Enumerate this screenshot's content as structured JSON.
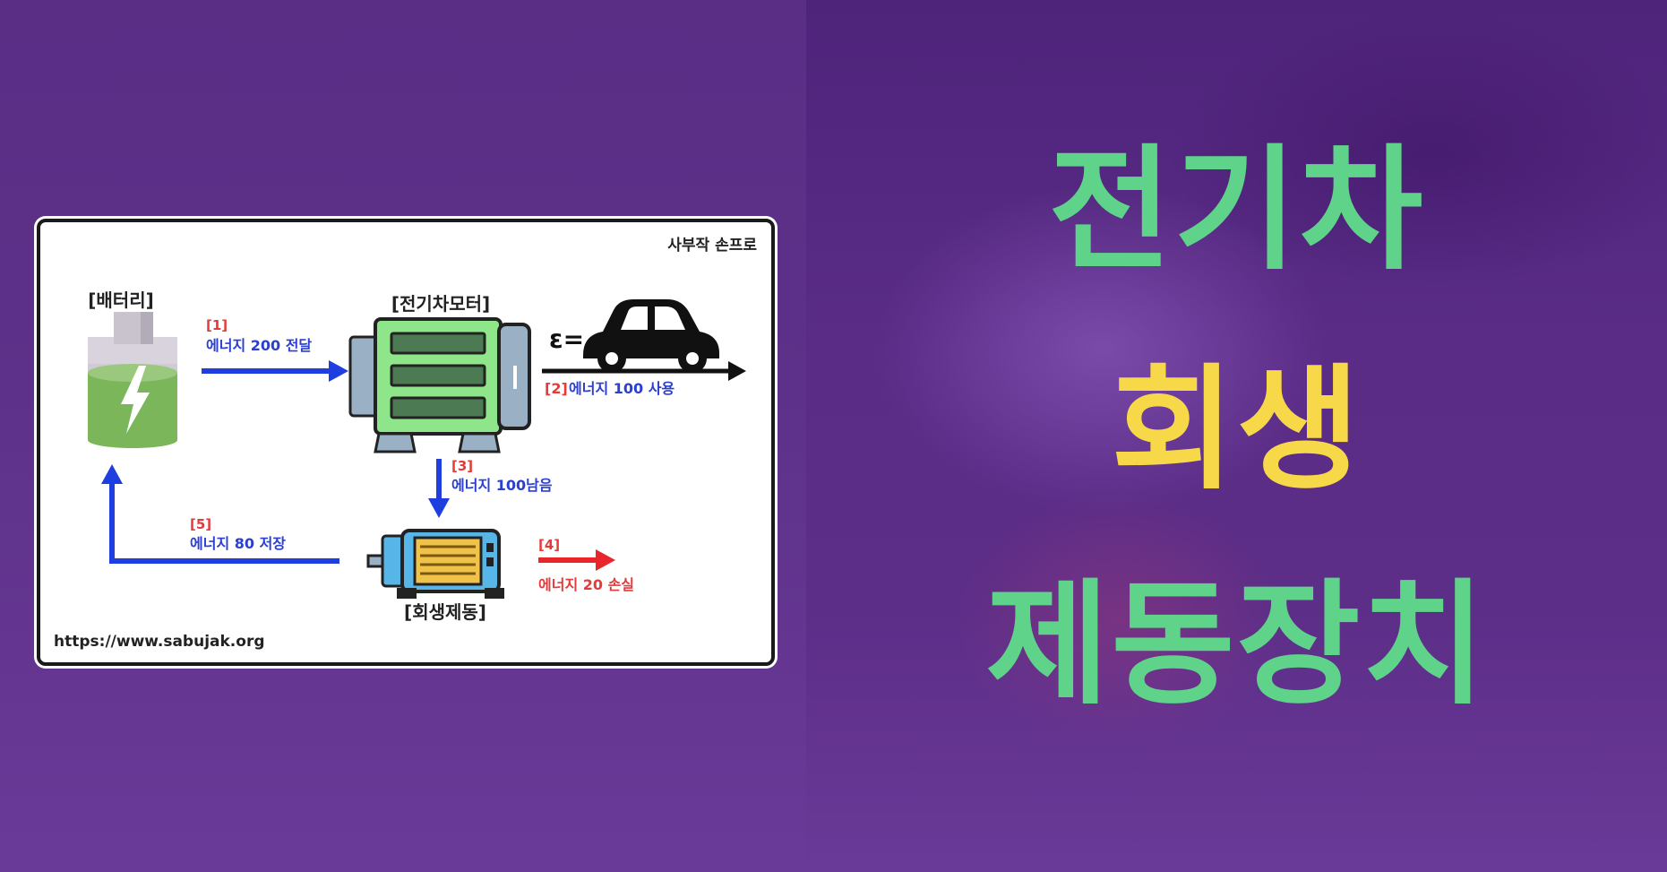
{
  "diagram": {
    "credit": "사부작 손프로",
    "battery_label": "[배터리]",
    "motor_label": "[전기차모터]",
    "regen_label": "[회생제동]",
    "epsilon_label": "ε=",
    "step1_num": "[1]",
    "step1_text": "에너지 200 전달",
    "step2_num": "[2]",
    "step2_text": "에너지 100 사용",
    "step3_num": "[3]",
    "step3_text": "에너지 100남음",
    "step4_num": "[4]",
    "step4_text": "에너지 20 손실",
    "step5_num": "[5]",
    "step5_text": "에너지 80 저장",
    "url": "https://www.sabujak.org"
  },
  "title": {
    "line1": "전기차",
    "line2": "회생",
    "line3": "제동장치"
  },
  "colors": {
    "title_green": "#5fd389",
    "title_yellow": "#f7d848",
    "arrow_blue": "#1f3ee0",
    "arrow_red": "#e8262b",
    "label_red": "#e53a3a",
    "label_blue": "#2b3fd0"
  }
}
